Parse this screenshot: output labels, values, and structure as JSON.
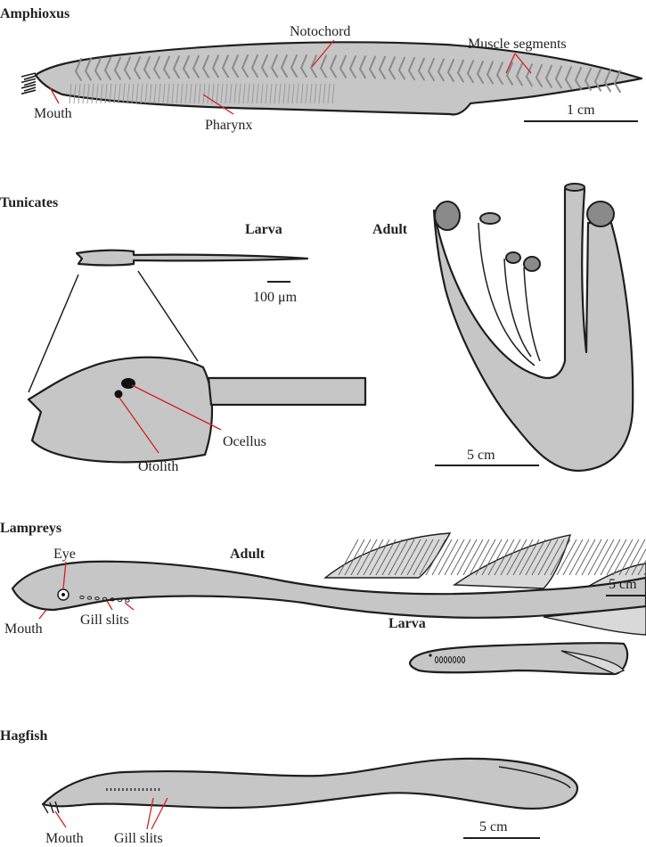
{
  "amphioxus": {
    "title": "Amphioxus",
    "labels": {
      "notochord": "Notochord",
      "muscle_segments": "Muscle segments",
      "mouth": "Mouth",
      "pharynx": "Pharynx"
    },
    "scale": "1 cm"
  },
  "tunicates": {
    "title": "Tunicates",
    "larva": {
      "title": "Larva",
      "scale": "100 μm",
      "ocellus": "Ocellus",
      "otolith": "Otolith"
    },
    "adult": {
      "title": "Adult",
      "scale": "5 cm"
    }
  },
  "lampreys": {
    "title": "Lampreys",
    "adult": {
      "title": "Adult",
      "eye": "Eye",
      "mouth": "Mouth",
      "gill_slits": "Gill slits",
      "scale": "5 cm"
    },
    "larva": {
      "title": "Larva"
    }
  },
  "hagfish": {
    "title": "Hagfish",
    "mouth": "Mouth",
    "gill_slits": "Gill slits",
    "scale": "5 cm"
  },
  "colors": {
    "body_fill": "#c6c6c6",
    "outline": "#1e1e1e",
    "pointer": "#d42020"
  }
}
